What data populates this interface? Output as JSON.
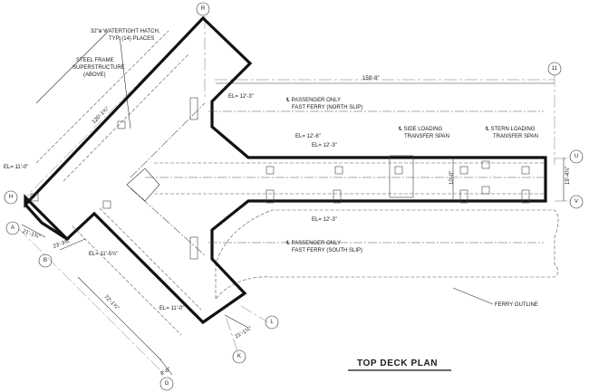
{
  "title": "TOP DECK PLAN",
  "grid_bubbles": {
    "R": "R",
    "H": "H",
    "A": "A",
    "B": "B",
    "G": "G",
    "K": "K",
    "L": "L",
    "U": "U",
    "V": "V",
    "11": "11"
  },
  "notes": {
    "hatch_line1": "32\"ø WATERTIGHT HATCH,",
    "hatch_line2": "TYP. (14) PLACES",
    "steel_line1": "STEEL FRAME",
    "steel_line2": "SUPERSTRUCTURE",
    "steel_line3": "(ABOVE)",
    "north_line1": "℄ PASSENGER ONLY",
    "north_line2": "FAST FERRY (NORTH SLIP)",
    "south_line1": "℄ PASSENGER ONLY",
    "south_line2": "FAST FERRY (SOUTH SLIP)",
    "side_line1": "℄ SIDE LOADING",
    "side_line2": "TRANSFER SPAN",
    "stern_line1": "℄ STERN LOADING",
    "stern_line2": "TRANSFER SPAN",
    "ferry_outline": "FERRY OUTLINE"
  },
  "elevations": {
    "el_left": "EL= 11'-0\"",
    "el_north": "EL= 12'-3\"",
    "el_mid1": "EL= 12'-6\"",
    "el_mid2": "EL= 12'-3\"",
    "el_lower": "EL= 12'-3\"",
    "el_south_arm": "EL= 11'-5¾\"",
    "el_bottom": "EL= 11'-0\""
  },
  "dimensions": {
    "top_long": "159'-8\"",
    "upper_arm": "120'-1¾\"",
    "left_a": "21'-1¾\"",
    "left_b": "23'-3¾\"",
    "lower_long": "72'-1¾\"",
    "lower_short": "21'-1¾\"",
    "bottom_small": "8'-6\"",
    "right_width": "19'-4¾\"",
    "inner_width": "10'-0\""
  }
}
